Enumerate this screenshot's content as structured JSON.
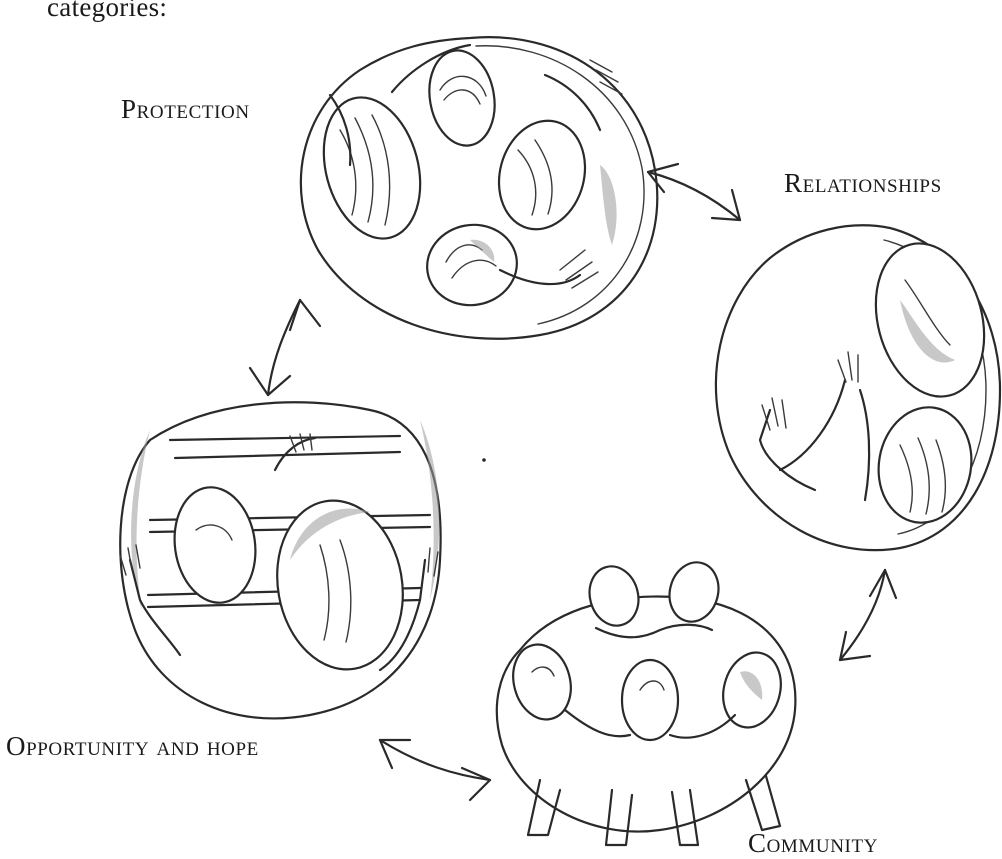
{
  "intro": {
    "text": "categories:"
  },
  "nodes": [
    {
      "id": "protection",
      "label": "Protection",
      "icon": "embracing-circle-of-four-figures"
    },
    {
      "id": "relationships",
      "label": "Relationships",
      "icon": "embrace-of-two-figures"
    },
    {
      "id": "community",
      "label": "Community",
      "icon": "group-holding-hands"
    },
    {
      "id": "opportunity",
      "label": "Opportunity and hope",
      "icon": "figures-climbing-ladder"
    }
  ],
  "arrows": [
    {
      "from": "protection",
      "to": "relationships",
      "style": "double-headed"
    },
    {
      "from": "relationships",
      "to": "community",
      "style": "double-headed"
    },
    {
      "from": "community",
      "to": "opportunity",
      "style": "double-headed"
    },
    {
      "from": "opportunity",
      "to": "protection",
      "style": "double-headed"
    }
  ],
  "colors": {
    "ink": "#2a2a2a",
    "shading": "#9a9a9a",
    "background": "#ffffff"
  }
}
